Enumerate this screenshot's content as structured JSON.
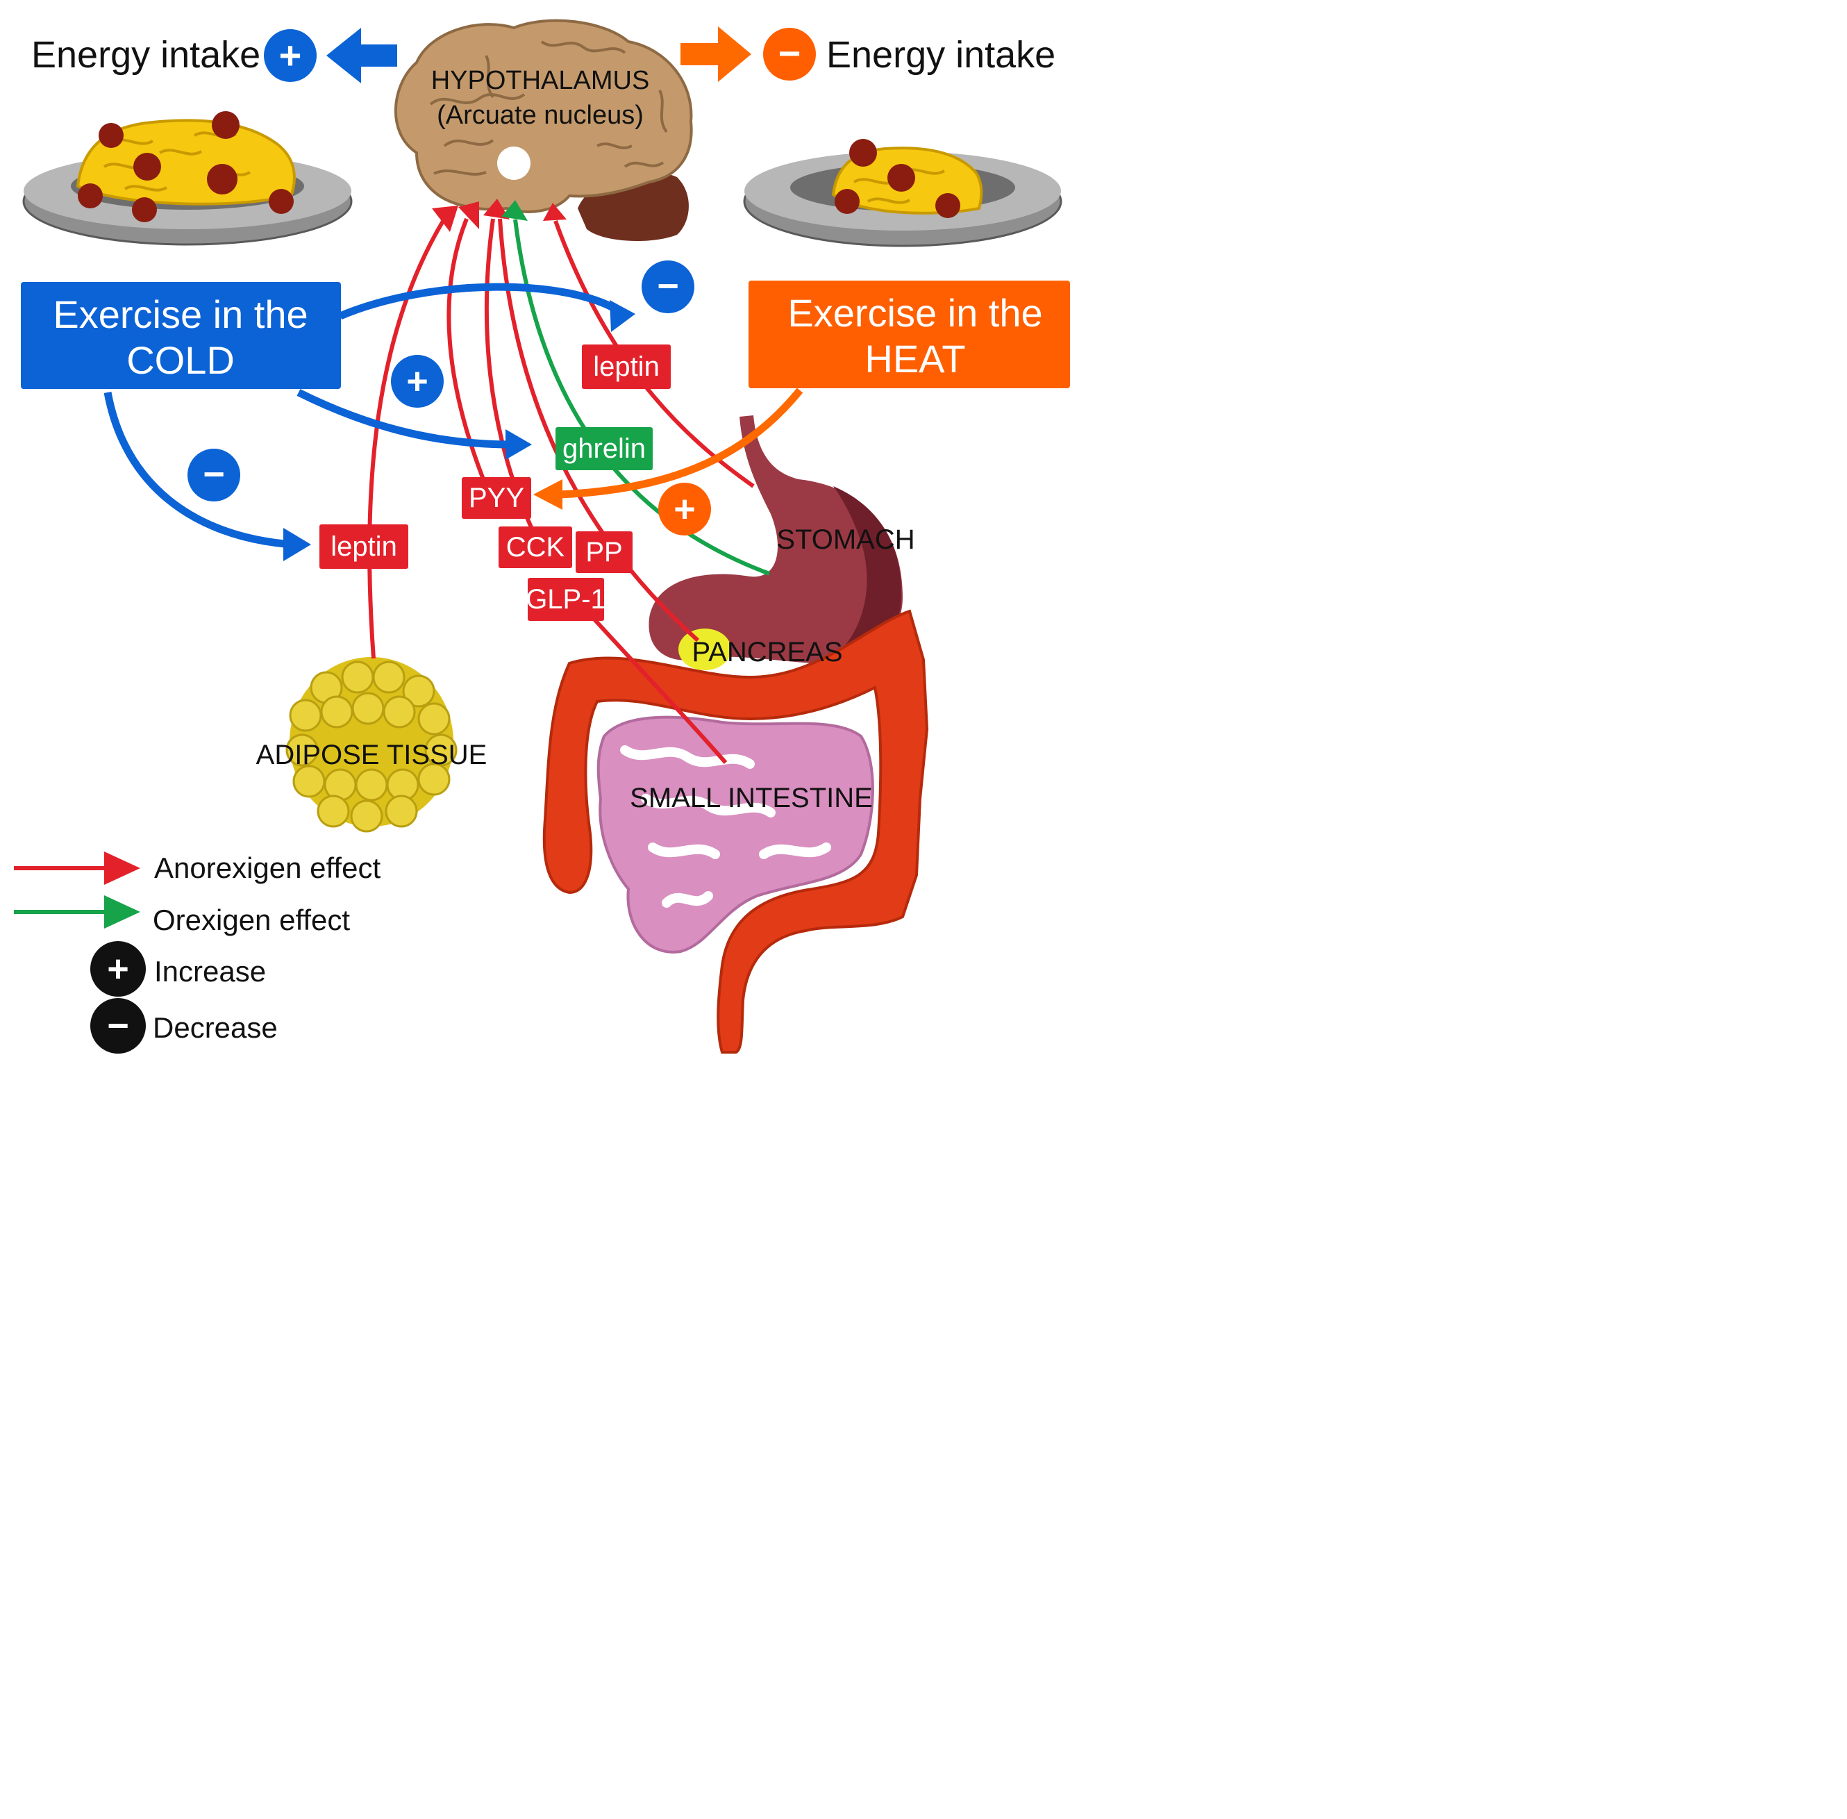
{
  "colors": {
    "anorexigen": "#e3212b",
    "orexigen": "#16a34a",
    "cold": "#0b63d6",
    "heat": "#ff5f00",
    "brain": "#c49a6c",
    "cerebellum": "#6f2f1e",
    "stomach": "#9b3a45",
    "intestine_large": "#e23b17",
    "intestine_small": "#d98fc0",
    "adipose": "#dcc11a",
    "pancreas": "#ecec2a"
  },
  "header": {
    "left_text": "Energy intake",
    "left_sign": "+",
    "right_text": "Energy intake",
    "right_sign": "−"
  },
  "brain": {
    "line1": "HYPOTHALAMUS",
    "line2": "(Arcuate nucleus)"
  },
  "boxes": {
    "cold_line1": "Exercise in the",
    "cold_line2": "COLD",
    "heat_line1": "Exercise in the",
    "heat_line2": "HEAT"
  },
  "hormones": {
    "leptin_top": "leptin",
    "leptin_left": "leptin",
    "ghrelin": "ghrelin",
    "pyy": "PYY",
    "cck": "CCK",
    "pp": "PP",
    "glp1": "GLP-1"
  },
  "signs": {
    "cold_to_ghrelin": "+",
    "cold_to_leptin_top": "−",
    "cold_to_leptin_left": "−",
    "heat_to_pyy": "+"
  },
  "organs": {
    "stomach": "STOMACH",
    "pancreas": "PANCREAS",
    "small_intestine": "SMALL INTESTINE",
    "adipose": "ADIPOSE TISSUE"
  },
  "legend": {
    "anorexigen": "Anorexigen effect",
    "orexigen": "Orexigen effect",
    "increase": "Increase",
    "decrease": "Decrease",
    "increase_sign": "+",
    "decrease_sign": "−"
  }
}
